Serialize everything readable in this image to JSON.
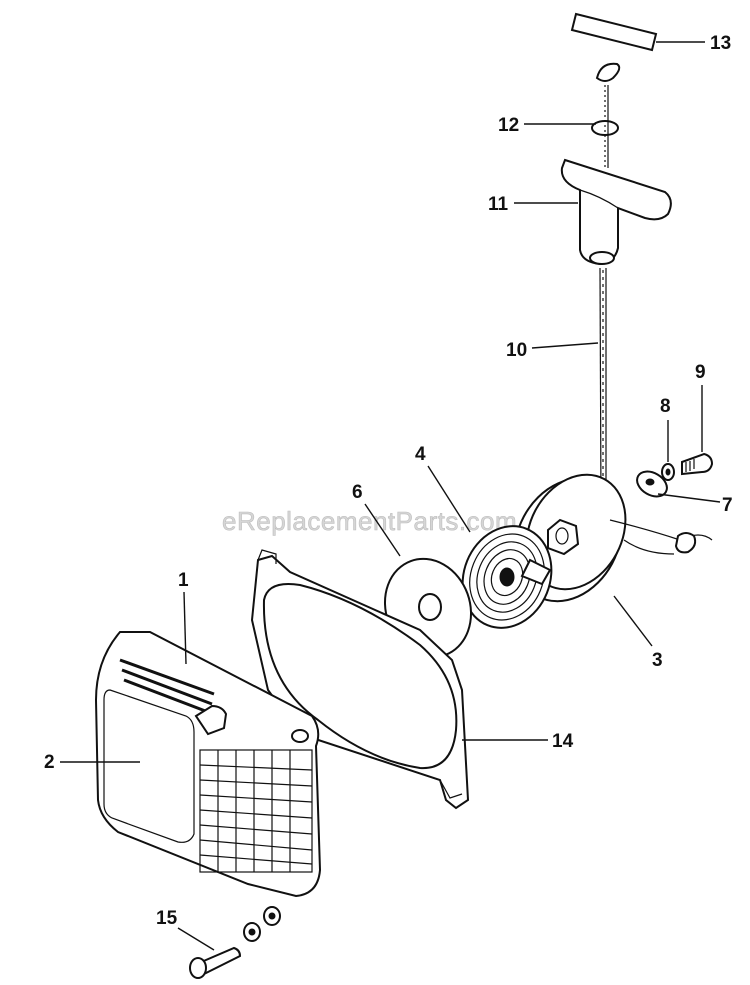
{
  "watermark": "eReplacementParts.com",
  "callouts": {
    "c1": "1",
    "c2": "2",
    "c3": "3",
    "c4": "4",
    "c5": "6",
    "c6": "7",
    "c7": "8",
    "c8": "9",
    "c9": "10",
    "c10": "11",
    "c11": "12",
    "c12": "13",
    "c13": "14",
    "c14": "15"
  }
}
